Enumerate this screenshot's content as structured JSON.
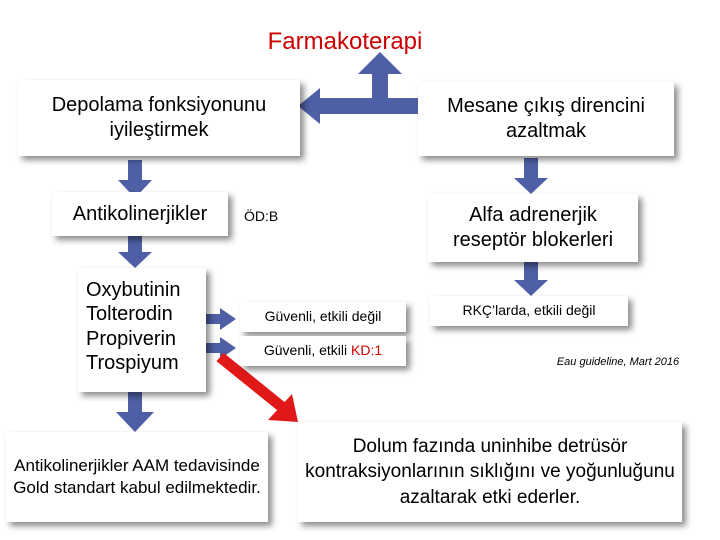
{
  "title": "Farmakoterapi",
  "left_goal": "Depolama fonksiyonunu iyileştirmek",
  "right_goal": "Mesane çıkış direncini azaltmak",
  "anticholinergics": "Antikolinerjikler",
  "od_label": "ÖD:B",
  "alpha_blockers": "Alfa adrenerjik reseptör blokerleri",
  "drugs": [
    "Oxybutinin",
    "Tolterodin",
    "Propiverin",
    "Trospiyum"
  ],
  "safe_effective_no": "Güvenli, etkili değil",
  "safe_effective_kd": {
    "text": "Güvenli, etkili ",
    "level": "KD:1"
  },
  "rkc_note": "RKÇ’larda, etkili değil",
  "guideline": "Eau guideline, Mart 2016",
  "gold_standard": "Antikolinerjikler AAM tedavisinde Gold standart kabul edilmektedir.",
  "mechanism": "Dolum fazında uninhibe detrüsör kontraksiyonlarının sıklığını ve yoğunluğunu azaltarak etki ederler.",
  "colors": {
    "arrow_blue": "#4f5fa5",
    "accent_red": "#cc0000",
    "box_fill": "#ffffff",
    "callout_fill": "#ffffff"
  }
}
